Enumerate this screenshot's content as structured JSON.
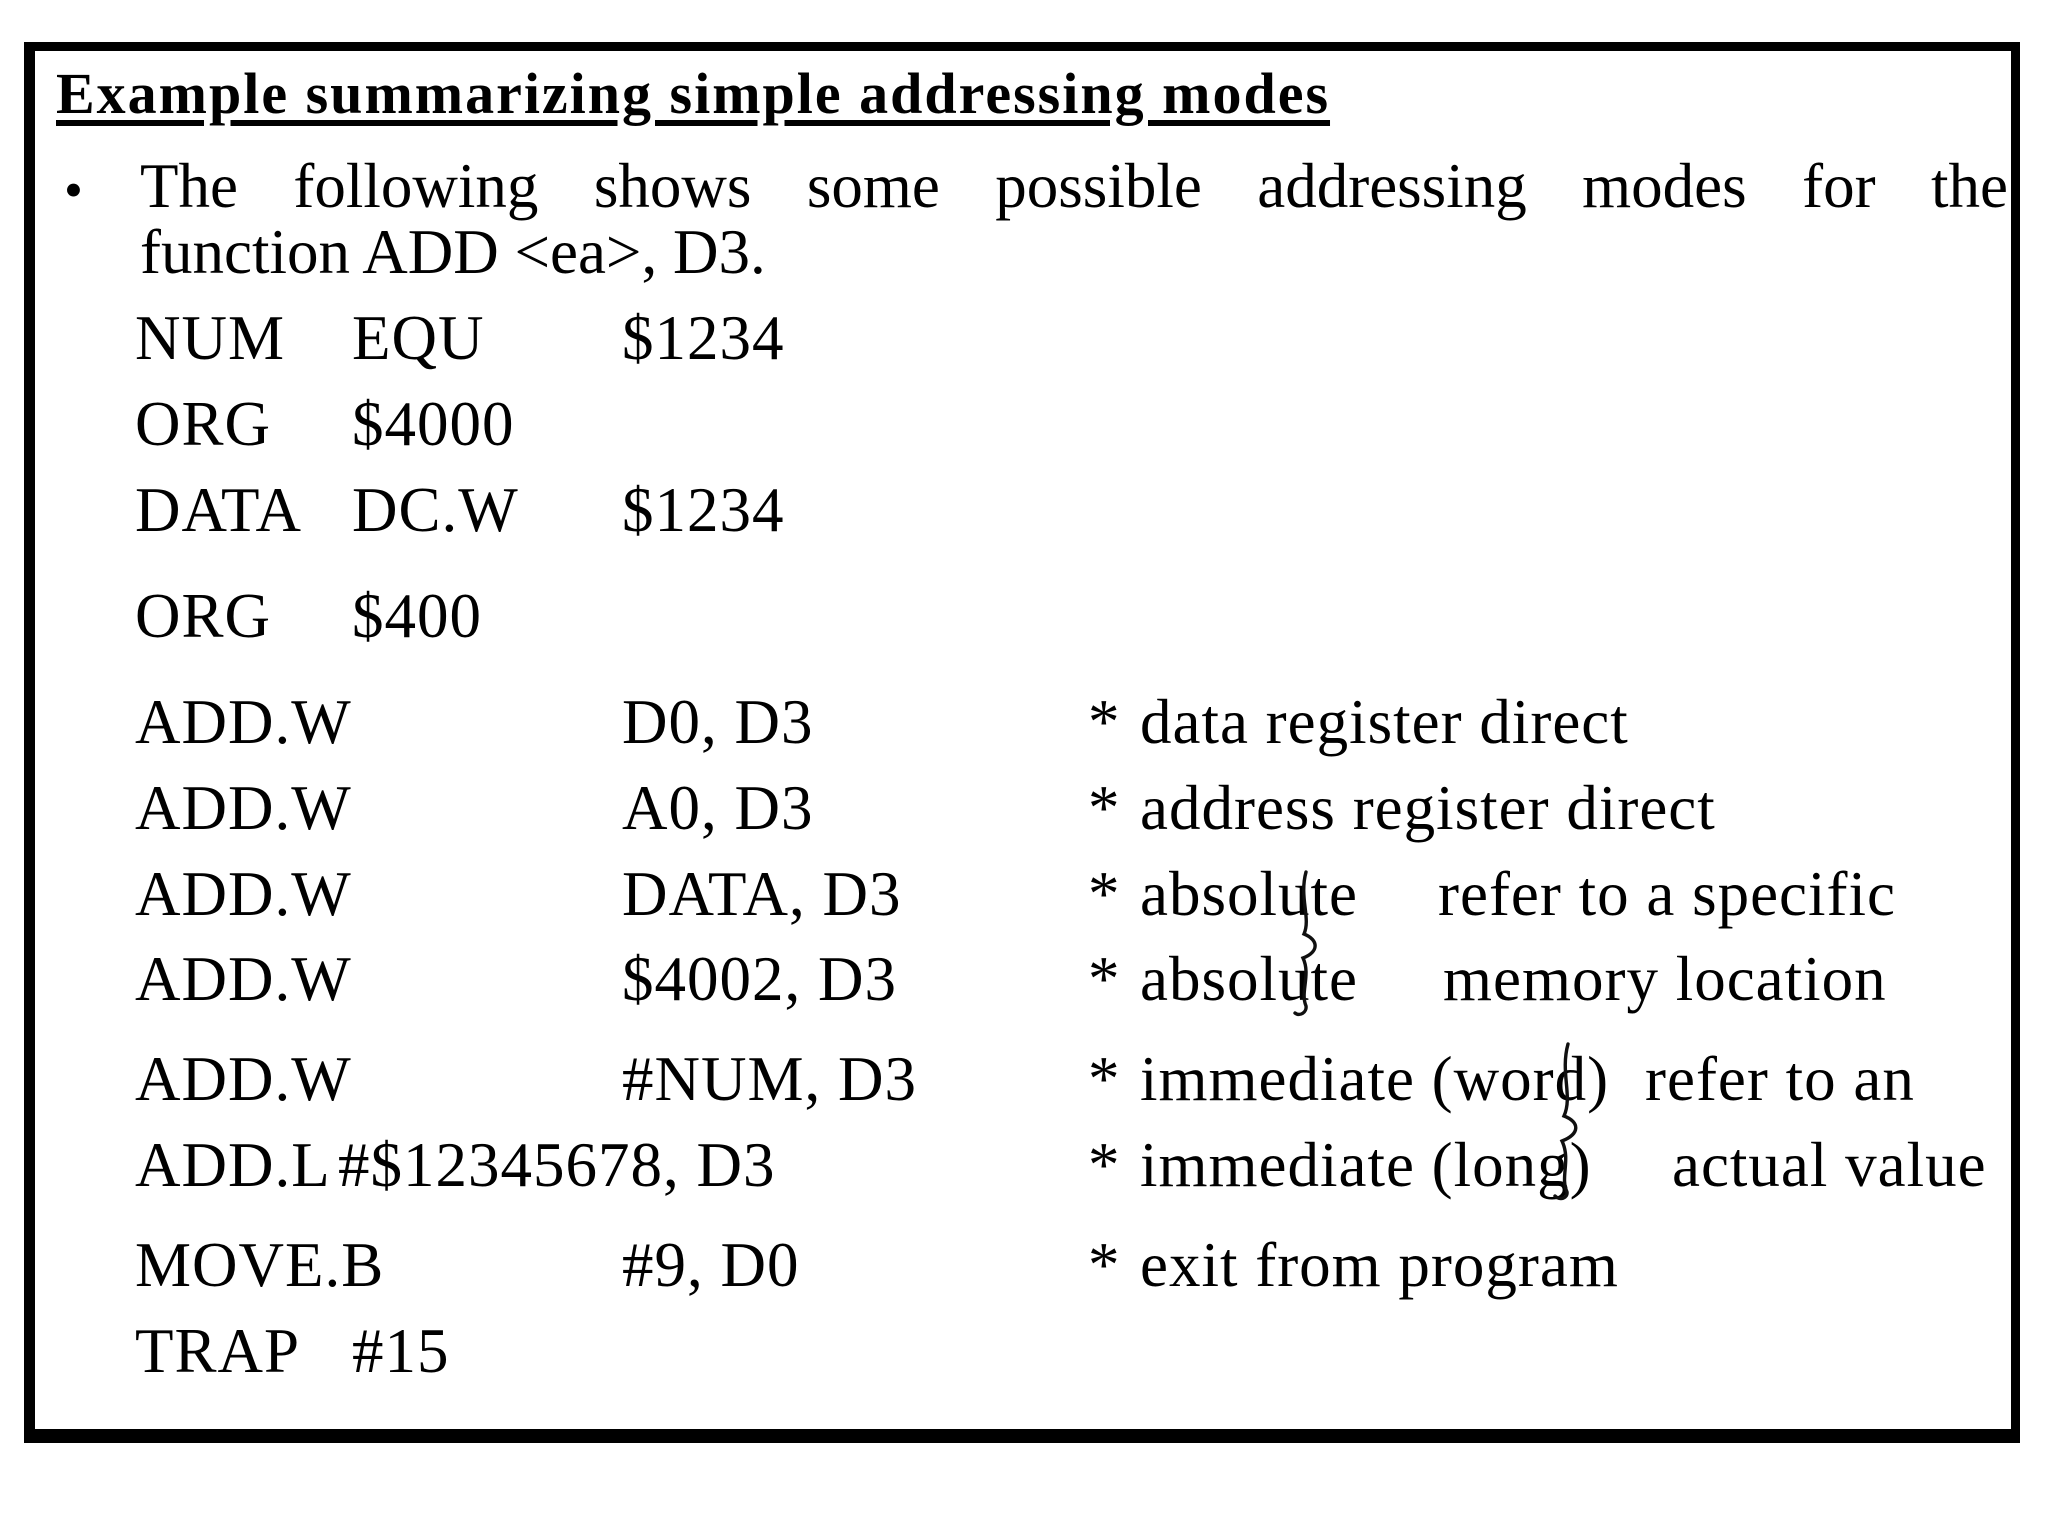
{
  "slide": {
    "title": "Example summarizing simple addressing modes",
    "bullet_marker": "•",
    "paragraph": {
      "line1": "The following shows some possible addressing modes for the",
      "line2": "function ADD <ea>, D3."
    },
    "code": {
      "rows": [
        {
          "cells": [
            "NUM",
            "EQU",
            "$1234"
          ]
        },
        {
          "cells": [
            "ORG",
            "$4000"
          ]
        },
        {
          "cells": [
            "DATA",
            "DC.W",
            "$1234"
          ]
        },
        {
          "cells": [
            "ORG",
            "$400"
          ]
        },
        {
          "cells": [
            "ADD.W",
            "D0, D3",
            "*",
            "data register direct"
          ]
        },
        {
          "cells": [
            "ADD.W",
            "A0, D3",
            "*",
            "address register direct"
          ]
        },
        {
          "cells": [
            "ADD.W",
            "DATA, D3",
            "*",
            "absolute",
            "refer to a specific"
          ]
        },
        {
          "cells": [
            "ADD.W",
            "$4002, D3",
            "*",
            "absolute",
            "memory location"
          ]
        },
        {
          "cells": [
            "ADD.W",
            "#NUM, D3",
            "*",
            "immediate (word)",
            "refer to an"
          ]
        },
        {
          "cells": [
            "ADD.L",
            "#$12345678, D3",
            "*",
            "immediate (long)",
            "actual value"
          ]
        },
        {
          "cells": [
            "MOVE.B",
            "#9, D0",
            "*",
            "exit from program"
          ]
        },
        {
          "cells": [
            "TRAP",
            "#15"
          ]
        }
      ]
    },
    "annotations": {
      "brace1": "handwritten-brace-linking-absolute-comments",
      "brace2": "handwritten-brace-linking-immediate-comments"
    }
  }
}
